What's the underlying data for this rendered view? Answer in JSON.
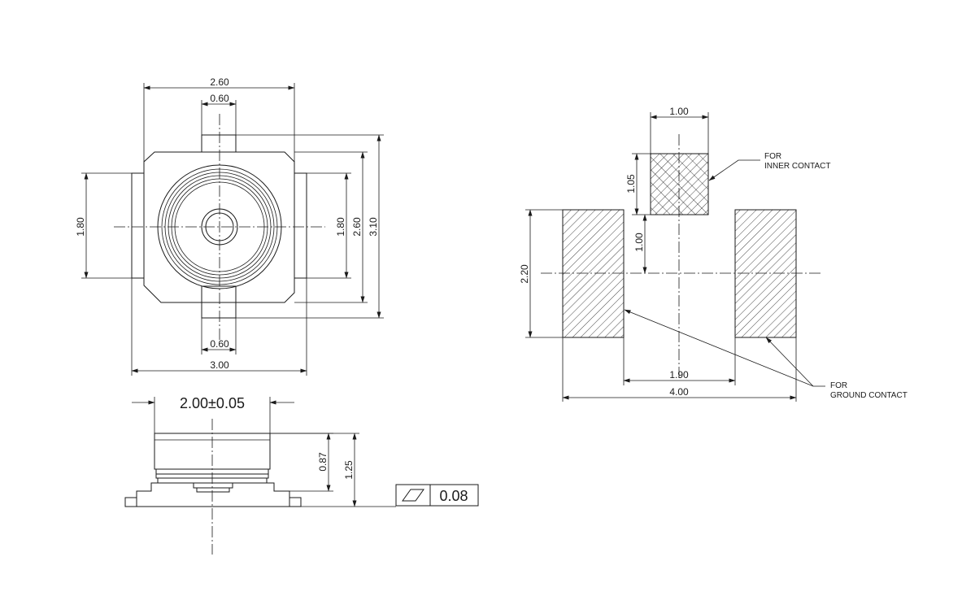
{
  "top_view": {
    "dim_width_260": "2.60",
    "dim_top_tab_060": "0.60",
    "dim_bottom_tab_060": "0.60",
    "dim_width_300": "3.00",
    "dim_left_180": "1.80",
    "dim_right_180": "1.80",
    "dim_height_260": "2.60",
    "dim_height_310": "3.10"
  },
  "side_view": {
    "dim_diameter": "2.00±0.05",
    "dim_height_087": "0.87",
    "dim_height_125": "1.25",
    "flatness_value": "0.08"
  },
  "land_pattern": {
    "dim_inner_width_100": "1.00",
    "dim_inner_height_105": "1.05",
    "dim_gap_100": "1.00",
    "dim_pad_height_220": "2.20",
    "dim_pad_gap_190": "1.90",
    "dim_total_width_400": "4.00",
    "note_inner": [
      "FOR",
      "INNER  CONTACT"
    ],
    "note_ground": [
      "FOR",
      "GROUND  CONTACT"
    ]
  }
}
